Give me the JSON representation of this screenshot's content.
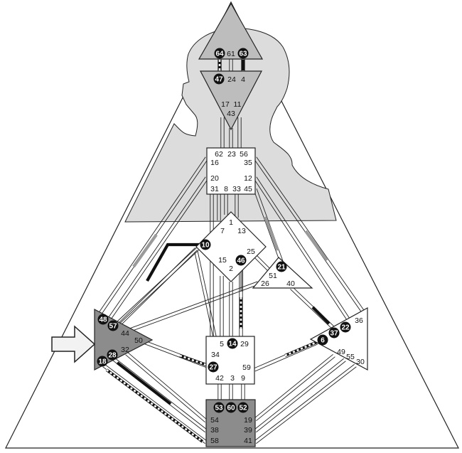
{
  "diagram": {
    "colors": {
      "background": "#ffffff",
      "silhouette_fill": "#dcdcdc",
      "center_grey": "#bdbdbd",
      "center_dark": "#8c8c8c",
      "center_white": "#ffffff",
      "channel_active": "#111111",
      "channel_grey": "#9a9a9a",
      "outline": "#222222",
      "arrow_fill": "#f2f2f2"
    },
    "arrow_icon": "right-arrow-icon",
    "centers": [
      {
        "id": "head",
        "fill": "grey",
        "gates": [
          {
            "n": "64",
            "active": true
          },
          {
            "n": "61",
            "active": false
          },
          {
            "n": "63",
            "active": true
          }
        ]
      },
      {
        "id": "ajna",
        "fill": "grey",
        "gates": [
          {
            "n": "47",
            "active": true
          },
          {
            "n": "24",
            "active": false
          },
          {
            "n": "4",
            "active": false
          },
          {
            "n": "17",
            "active": false
          },
          {
            "n": "11",
            "active": false
          },
          {
            "n": "43",
            "active": false
          }
        ]
      },
      {
        "id": "throat",
        "fill": "white",
        "gates": [
          {
            "n": "62",
            "active": false
          },
          {
            "n": "23",
            "active": false
          },
          {
            "n": "56",
            "active": false
          },
          {
            "n": "16",
            "active": false
          },
          {
            "n": "35",
            "active": false
          },
          {
            "n": "20",
            "active": false
          },
          {
            "n": "12",
            "active": false
          },
          {
            "n": "31",
            "active": false
          },
          {
            "n": "8",
            "active": false
          },
          {
            "n": "33",
            "active": false
          },
          {
            "n": "45",
            "active": false
          }
        ]
      },
      {
        "id": "g",
        "fill": "white",
        "gates": [
          {
            "n": "1",
            "active": false
          },
          {
            "n": "7",
            "active": false
          },
          {
            "n": "13",
            "active": false
          },
          {
            "n": "10",
            "active": true
          },
          {
            "n": "15",
            "active": false
          },
          {
            "n": "25",
            "active": false
          },
          {
            "n": "46",
            "active": true
          },
          {
            "n": "2",
            "active": false
          }
        ]
      },
      {
        "id": "ego",
        "fill": "white",
        "gates": [
          {
            "n": "21",
            "active": true
          },
          {
            "n": "51",
            "active": false
          },
          {
            "n": "26",
            "active": false
          },
          {
            "n": "40",
            "active": false
          }
        ]
      },
      {
        "id": "spleen",
        "fill": "dark",
        "gates": [
          {
            "n": "48",
            "active": true
          },
          {
            "n": "57",
            "active": true
          },
          {
            "n": "44",
            "active": false
          },
          {
            "n": "50",
            "active": false
          },
          {
            "n": "32",
            "active": false
          },
          {
            "n": "28",
            "active": true
          },
          {
            "n": "18",
            "active": true
          }
        ]
      },
      {
        "id": "solar-plexus",
        "fill": "white",
        "gates": [
          {
            "n": "36",
            "active": false
          },
          {
            "n": "22",
            "active": true
          },
          {
            "n": "37",
            "active": true
          },
          {
            "n": "6",
            "active": true
          },
          {
            "n": "49",
            "active": false
          },
          {
            "n": "55",
            "active": false
          },
          {
            "n": "30",
            "active": false
          }
        ]
      },
      {
        "id": "sacral",
        "fill": "white",
        "gates": [
          {
            "n": "5",
            "active": false
          },
          {
            "n": "14",
            "active": true
          },
          {
            "n": "29",
            "active": false
          },
          {
            "n": "34",
            "active": false
          },
          {
            "n": "27",
            "active": true
          },
          {
            "n": "59",
            "active": false
          },
          {
            "n": "42",
            "active": false
          },
          {
            "n": "3",
            "active": false
          },
          {
            "n": "9",
            "active": false
          }
        ]
      },
      {
        "id": "root",
        "fill": "dark",
        "gates": [
          {
            "n": "53",
            "active": true
          },
          {
            "n": "60",
            "active": true
          },
          {
            "n": "52",
            "active": true
          },
          {
            "n": "54",
            "active": false
          },
          {
            "n": "19",
            "active": false
          },
          {
            "n": "38",
            "active": false
          },
          {
            "n": "39",
            "active": false
          },
          {
            "n": "58",
            "active": false
          },
          {
            "n": "41",
            "active": false
          }
        ]
      }
    ]
  }
}
